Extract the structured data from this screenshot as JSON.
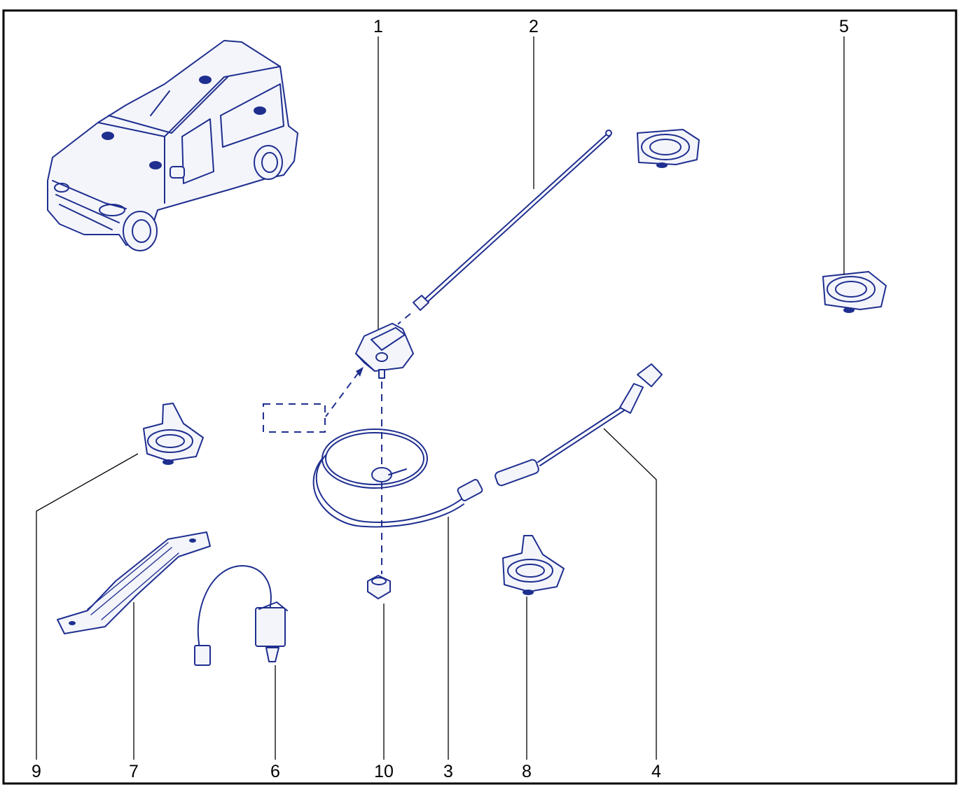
{
  "colors": {
    "ink": "#1f2f8f",
    "tint": "#f4f5fb",
    "frame": "#000000",
    "background": "#ffffff"
  },
  "callouts": {
    "c1": "1",
    "c2": "2",
    "c3": "3",
    "c4": "4",
    "c5": "5",
    "c6": "6",
    "c7": "7",
    "c8": "8",
    "c9": "9",
    "c10": "10"
  },
  "parts": [
    "vehicle-overview",
    "antenna-base",
    "antenna-mast",
    "antenna-cable",
    "extension-cable",
    "speaker",
    "suppressor",
    "ground-strap",
    "door-speaker",
    "nut"
  ]
}
